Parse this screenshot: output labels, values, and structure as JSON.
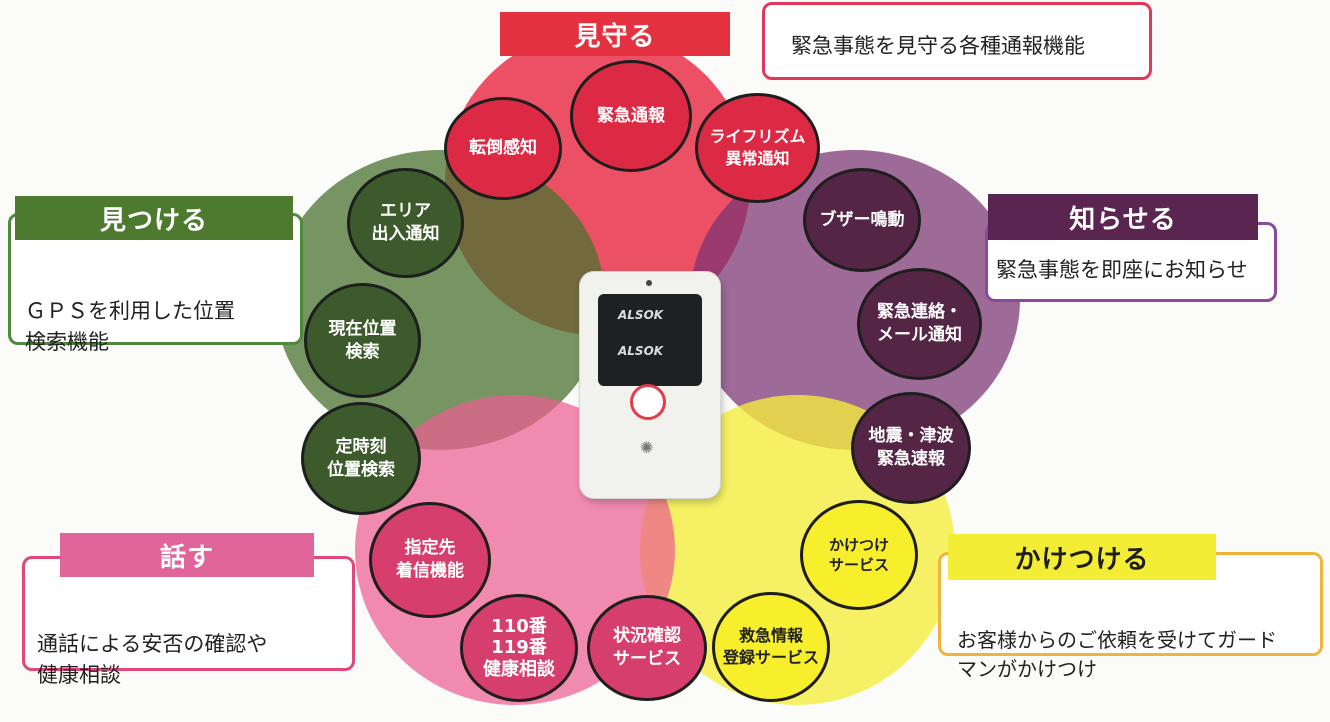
{
  "colors": {
    "red": "#dc2a45",
    "green": "#3d5a2c",
    "purple": "#542545",
    "pink": "#d63e6e",
    "yellow": "#f7ee2c"
  },
  "categories": {
    "mimamoru": {
      "title": "見守る",
      "desc": "緊急事態を見守る各種通報機能"
    },
    "mitsukeru": {
      "title": "見つける",
      "desc": "ＧＰＳを利用した位置\n検索機能"
    },
    "shiraseru": {
      "title": "知らせる",
      "desc": "緊急事態を即座にお知らせ"
    },
    "hanasu": {
      "title": "話す",
      "desc": "通話による安否の確認や\n健康相談"
    },
    "kaketsukeru": {
      "title": "かけつける",
      "desc": "お客様からのご依頼を受けてガード\nマンがかけつけ"
    }
  },
  "features": {
    "tentou": "転倒感知",
    "kinkyu_tsuho": "緊急通報",
    "liferhythm": "ライフリズム\n異常通知",
    "buzzer": "ブザー鳴動",
    "kinkyu_renraku": "緊急連絡・\nメール通知",
    "jishin": "地震・津波\n緊急速報",
    "kaketsuke_service": "かけつけ\nサービス",
    "kyukyu_joho": "救急情報\n登録サービス",
    "jokyo_kakunin": "状況確認\nサービス",
    "bango": "110番\n119番\n健康相談",
    "shitei": "指定先\n着信機能",
    "teijikoku": "定時刻\n位置検索",
    "genzai": "現在位置\n検索",
    "area": "エリア\n出入通知"
  },
  "device": {
    "brand": "ALSOK"
  }
}
